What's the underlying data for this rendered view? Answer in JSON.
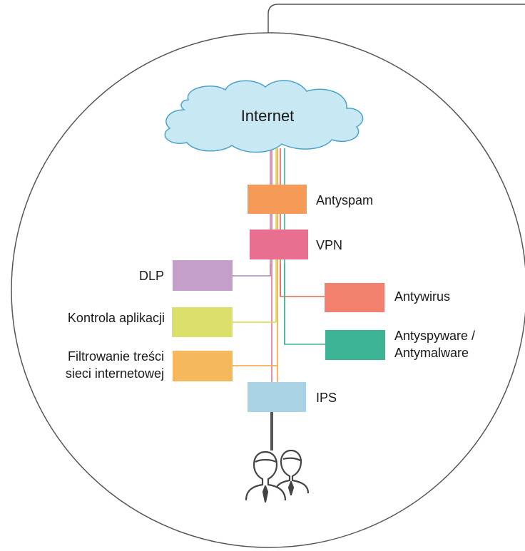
{
  "cloud": {
    "label": "Internet",
    "fill": "#c8e8f3",
    "stroke": "#4aa3c9"
  },
  "boxes": {
    "antyspam": {
      "label": "Antyspam",
      "color": "#f59a57"
    },
    "vpn": {
      "label": "VPN",
      "color": "#e86f90"
    },
    "dlp": {
      "label": "DLP",
      "color": "#c39fca"
    },
    "apps": {
      "label": "Kontrola aplikacji",
      "color": "#dbe06a"
    },
    "filter": {
      "label_line1": "Filtrowanie treści",
      "label_line2": "sieci internetowej",
      "color": "#f6b85d"
    },
    "antywirus": {
      "label": "Antywirus",
      "color": "#f1806c"
    },
    "antyspy": {
      "label_line1": "Antyspyware /",
      "label_line2": "Antymalware",
      "color": "#3bb394"
    },
    "ips": {
      "label": "IPS",
      "color": "#a9d3e4"
    }
  },
  "line_colors": {
    "purple": "#b38ac3",
    "pink": "#e86f90",
    "yellow": "#d6d84a",
    "orange": "#f6a23e",
    "red": "#f0644d",
    "teal": "#3bb394"
  },
  "users": {
    "icon": "users-icon"
  }
}
